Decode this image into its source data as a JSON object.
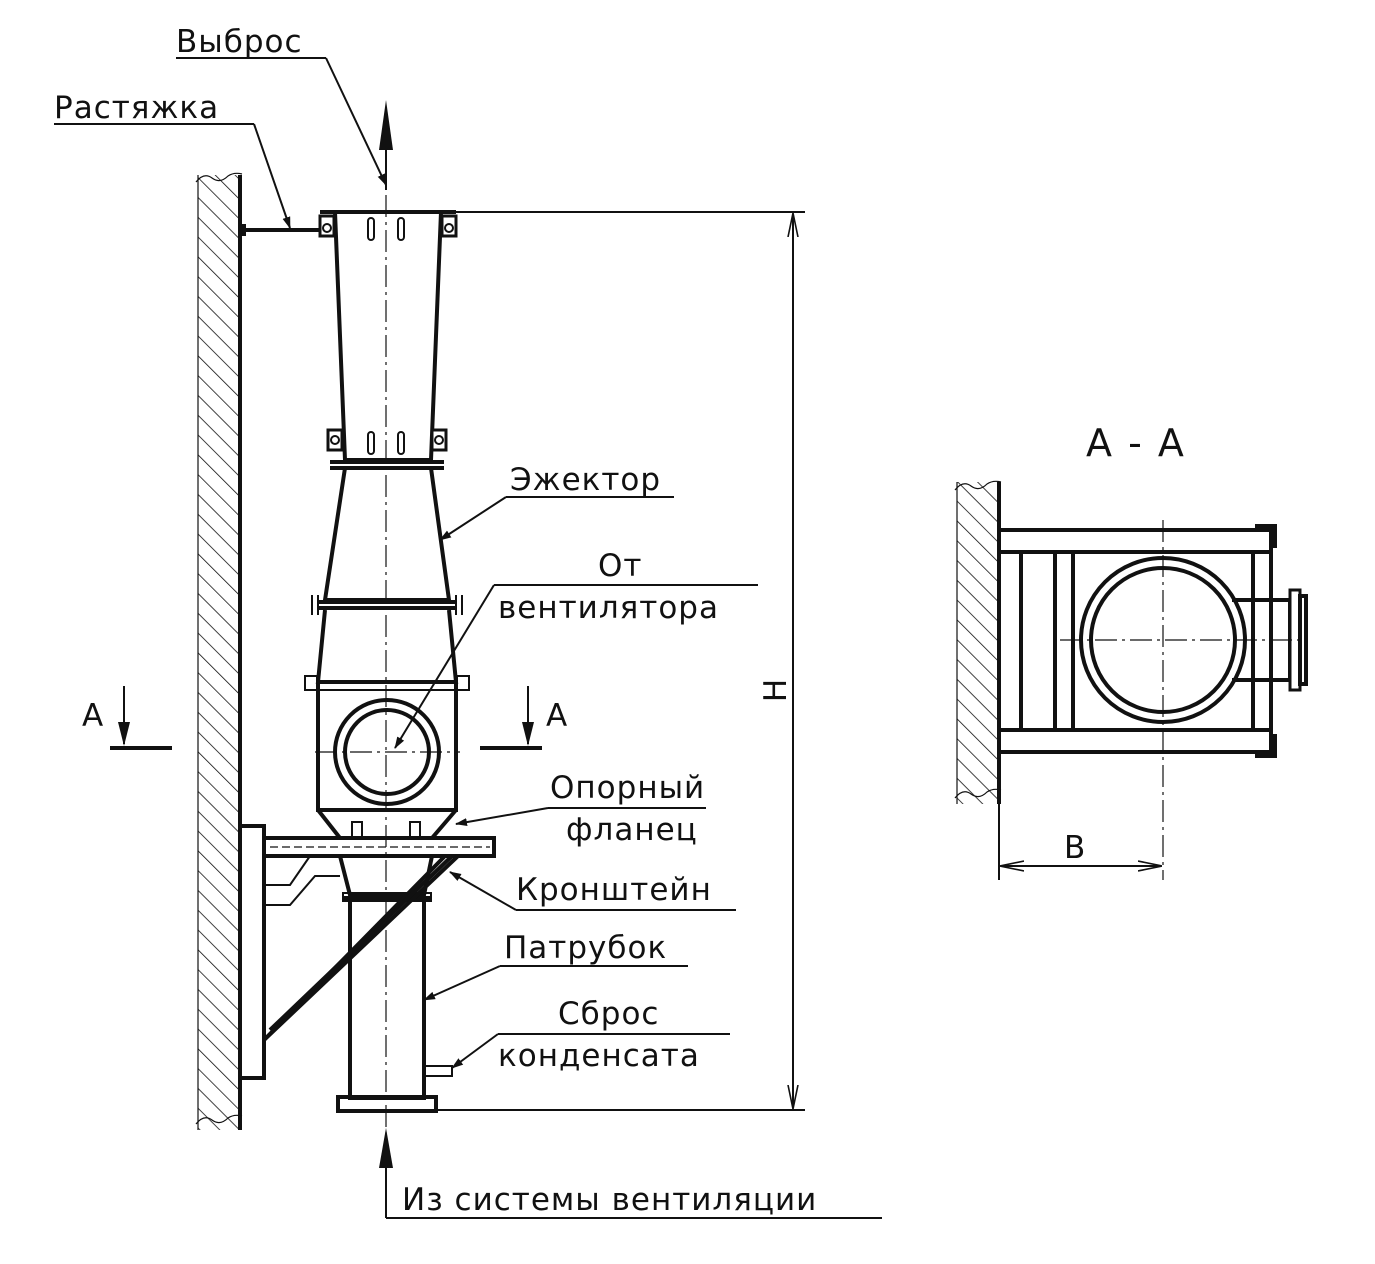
{
  "labels": {
    "vybros": "Выброс",
    "rastyazhka": "Растяжка",
    "ezhektor": "Эжектор",
    "ot": "От",
    "ventilyatora": "вентилятора",
    "opornyi": "Опорный",
    "flanets": "фланец",
    "kronshtein": "Кронштейн",
    "patrubok": "Патрубок",
    "sbros": "Сброс",
    "kondensata": "конденсата",
    "iz_sistemy": "Из системы вентиляции",
    "section_mark_left": "А",
    "section_mark_right": "А",
    "section_title": "А - А",
    "dim_h": "Н",
    "dim_b": "В"
  }
}
